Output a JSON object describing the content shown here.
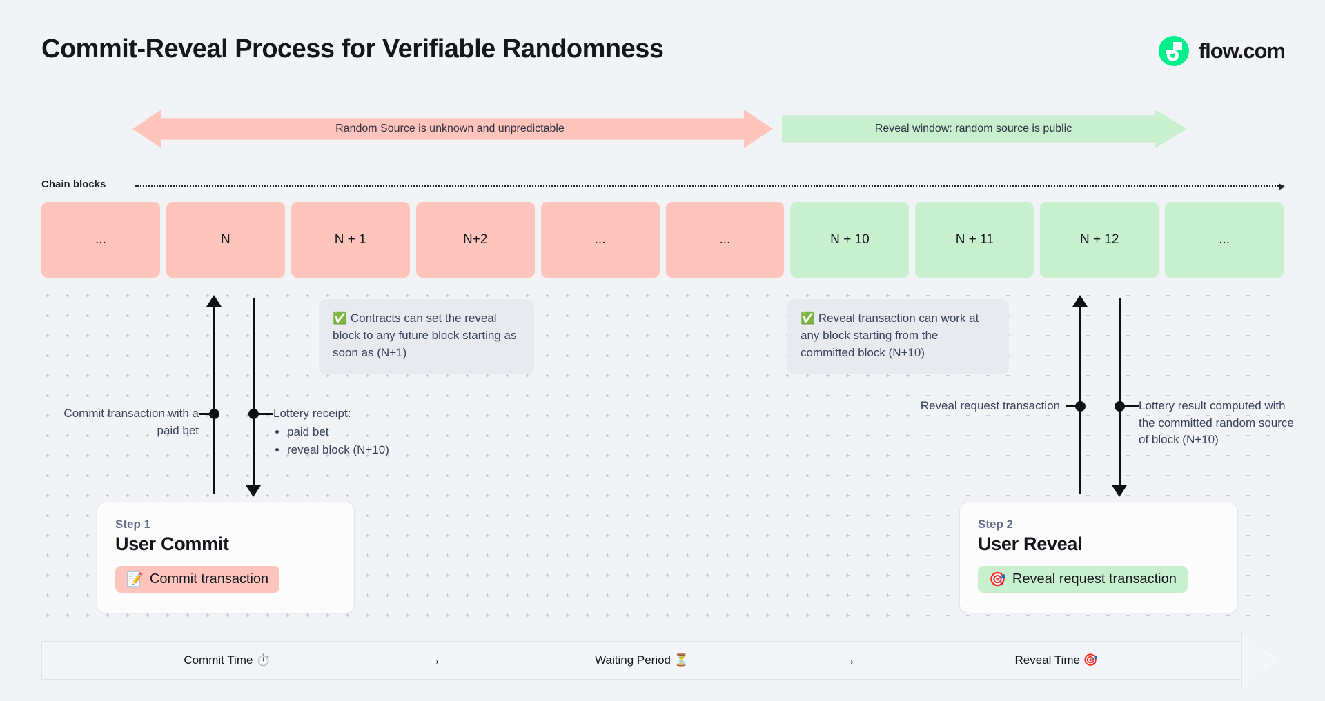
{
  "header": {
    "title": "Commit-Reveal Process for Verifiable Randomness",
    "brand": "flow.com",
    "brand_color": "#00ef8b"
  },
  "banners": [
    {
      "id": "unpredictable",
      "label": "Random Source is unknown and unpredictable",
      "color": "#ffc5bd",
      "direction": "both"
    },
    {
      "id": "reveal-window",
      "label": "Reveal window: random source is public",
      "color": "#c8f0cf",
      "direction": "right"
    }
  ],
  "chain": {
    "label": "Chain blocks",
    "blocks": [
      {
        "label": "...",
        "state": "pink"
      },
      {
        "label": "N",
        "state": "pink"
      },
      {
        "label": "N + 1",
        "state": "pink"
      },
      {
        "label": "N+2",
        "state": "pink"
      },
      {
        "label": "...",
        "state": "pink"
      },
      {
        "label": "...",
        "state": "pink"
      },
      {
        "label": "N + 10",
        "state": "green"
      },
      {
        "label": "N + 11",
        "state": "green"
      },
      {
        "label": "N + 12",
        "state": "green"
      },
      {
        "label": "...",
        "state": "green"
      }
    ]
  },
  "notes": [
    {
      "id": "contracts-note",
      "icon": "white-check-mark-emoji",
      "emoji": "✅",
      "text": "Contracts can set the reveal block to any future block starting as soon as (N+1)"
    },
    {
      "id": "reveal-note",
      "icon": "white-check-mark-emoji",
      "emoji": "✅",
      "text": "Reveal transaction can work at any block starting from the committed block (N+10)"
    }
  ],
  "callouts": {
    "commit_tx": "Commit transaction with a paid bet",
    "lottery_receipt_title": "Lottery receipt:",
    "lottery_receipt_items": [
      "paid bet",
      "reveal block (N+10)"
    ],
    "reveal_request": "Reveal request transaction",
    "lottery_result": "Lottery result computed with the committed random source of block (N+10)"
  },
  "steps": [
    {
      "id": "step-1",
      "step": "Step 1",
      "name": "User Commit",
      "pill_label": "Commit transaction",
      "pill_emoji": "📝",
      "pill_icon": "memo-emoji",
      "pill_color": "#ffc5bd"
    },
    {
      "id": "step-2",
      "step": "Step 2",
      "name": "User Reveal",
      "pill_label": "Reveal request transaction",
      "pill_emoji": "🎯",
      "pill_icon": "direct-hit-emoji",
      "pill_color": "#c8f0cf"
    }
  ],
  "timeline": {
    "segments": [
      {
        "id": "commit-time",
        "label": "Commit Time ⏱️",
        "icon": "stopwatch-emoji"
      },
      {
        "id": "waiting-period",
        "label": "Waiting Period ⏳",
        "icon": "hourglass-emoji"
      },
      {
        "id": "reveal-time",
        "label": "Reveal Time 🎯",
        "icon": "direct-hit-emoji"
      }
    ],
    "separator": "→"
  }
}
